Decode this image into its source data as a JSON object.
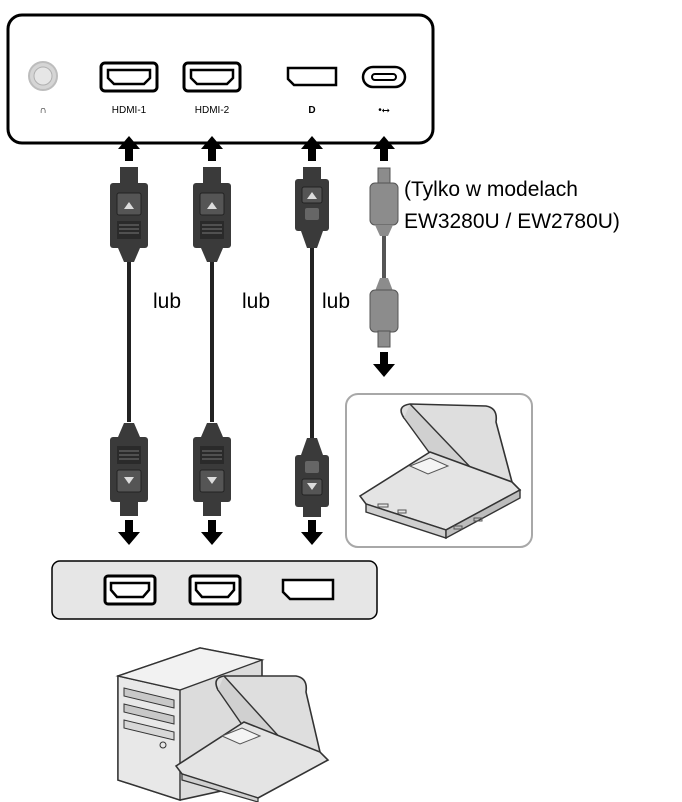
{
  "monitor_panel": {
    "ports": [
      {
        "id": "headphone",
        "label": "∩",
        "icon": "headphone-icon"
      },
      {
        "id": "hdmi1",
        "label": "HDMI-1",
        "icon": "hdmi-port-icon"
      },
      {
        "id": "hdmi2",
        "label": "HDMI-2",
        "icon": "hdmi-port-icon"
      },
      {
        "id": "dp",
        "label": "D",
        "icon": "displayport-icon"
      },
      {
        "id": "usbc",
        "label": "•⭤",
        "icon": "usb-icon"
      }
    ]
  },
  "cables": {
    "or_label_1": "lub",
    "or_label_2": "lub",
    "or_label_3": "lub"
  },
  "note": {
    "line1": "(Tylko w modelach",
    "line2": "EW3280U / EW2780U)"
  },
  "pc_panel": {
    "ports": [
      {
        "id": "pc-hdmi1",
        "icon": "hdmi-port-icon"
      },
      {
        "id": "pc-hdmi2",
        "icon": "hdmi-port-icon"
      },
      {
        "id": "pc-dp",
        "icon": "displayport-icon"
      }
    ]
  },
  "colors": {
    "panel_fill": "#ffffff",
    "pc_panel_fill": "#e6e6e6",
    "connector_fill": "#3a3a3a",
    "usbc_connector_fill": "#8c8c8c",
    "laptop_box_stroke": "#a8a8a8",
    "arrow": "#000000"
  }
}
